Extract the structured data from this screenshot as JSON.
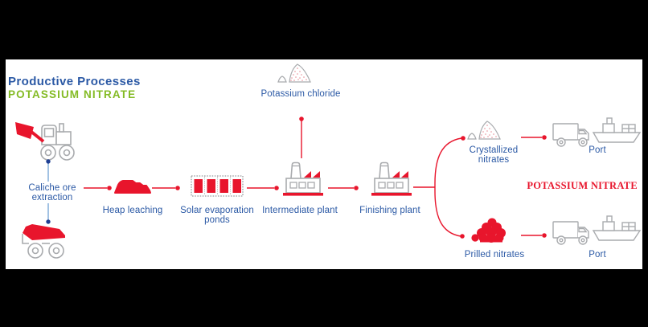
{
  "header": {
    "title": "Productive Processes",
    "subtitle": "POTASSIUM NITRATE",
    "title_color": "#2b59a5",
    "subtitle_color": "#84bb25"
  },
  "colors": {
    "brand_red": "#e8152c",
    "label_blue": "#2b59a5",
    "icon_gray": "#a9abae",
    "connector_blue": "#7ba7d7",
    "connector_dot_blue": "#1e3f94",
    "frame_black": "#000000",
    "panel_white": "#ffffff"
  },
  "nodes": {
    "caliche": {
      "line1": "Caliche ore",
      "line2": "extraction",
      "icons": [
        "wheel-loader-icon",
        "dump-truck-icon"
      ]
    },
    "heap": {
      "label": "Heap leaching",
      "icon": "heap-pile-icon"
    },
    "ponds": {
      "line1": "Solar evaporation",
      "line2": "ponds",
      "icon": "evaporation-ponds-icon"
    },
    "potassium_chloride": {
      "label": "Potassium chloride",
      "icon": "salt-pile-icon"
    },
    "intermediate": {
      "label": "Intermediate plant",
      "icon": "factory-icon"
    },
    "finishing": {
      "label": "Finishing plant",
      "icon": "factory-icon"
    },
    "crystallized": {
      "line1": "Crystallized",
      "line2": "nitrates",
      "icon": "salt-pile-icon"
    },
    "prilled": {
      "label": "Prilled nitrates",
      "icon": "prill-pile-icon"
    },
    "port_top": {
      "label": "Port",
      "icons": [
        "box-truck-icon",
        "cargo-ship-icon"
      ]
    },
    "port_bottom": {
      "label": "Port",
      "icons": [
        "box-truck-icon",
        "cargo-ship-icon"
      ]
    },
    "product": {
      "label": "POTASSIUM NITRATE"
    }
  }
}
